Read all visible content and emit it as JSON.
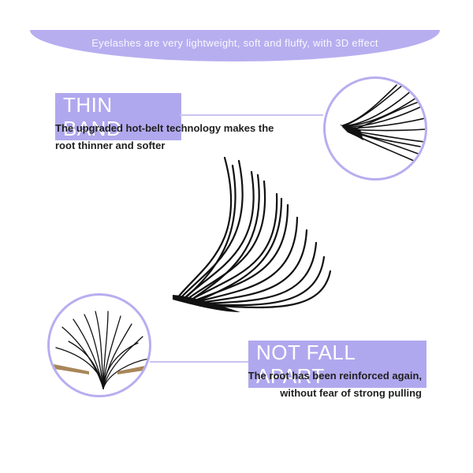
{
  "banner": {
    "text": "Eyelashes are very lightweight, soft and fluffy, with 3D effect"
  },
  "thin_band": {
    "title": "THIN BAND",
    "desc_line1": "The upgraded hot-belt technology makes the",
    "desc_line2": "root thinner and softer"
  },
  "not_fall_apart": {
    "title": "NOT FALL APART",
    "desc_line1": "The root has been reinforced again,",
    "desc_line2": "without fear of strong pulling"
  },
  "colors": {
    "accent": "#b0a8ee",
    "lash": "#111111",
    "text": "#1f1f1f"
  }
}
